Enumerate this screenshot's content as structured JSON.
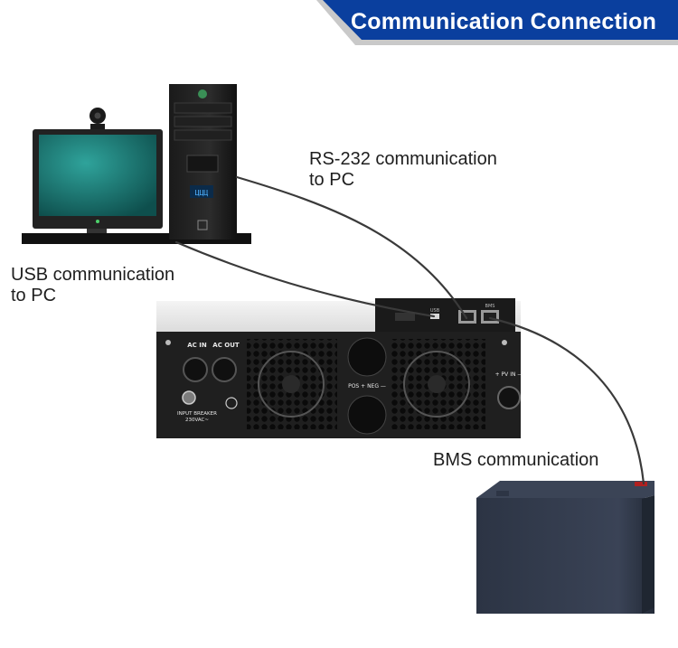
{
  "banner": {
    "title": "Communication Connection",
    "color": "#0a3f9e",
    "border": "#c9c9c9"
  },
  "labels": {
    "rs232": [
      "RS-232 communication",
      "to PC"
    ],
    "usb": [
      "USB communication",
      "to PC"
    ],
    "bms": "BMS communication"
  },
  "devices": {
    "pc_display": "ЦЦЦ",
    "inverter_panel": {
      "ac_in": "AC IN",
      "ac_out": "AC OUT",
      "breaker": [
        "INPUT BREAKER",
        "230VAC~"
      ],
      "pos_neg": "POS + NEG —",
      "pv_in": "+ PV IN —",
      "usb_port": "USB",
      "bms_port": "BMS"
    }
  },
  "colors": {
    "cable": "#3a3a3a",
    "inverter_body": "#1f1f1f",
    "battery_body": "#2c3444",
    "screen": "#1e7c77"
  }
}
